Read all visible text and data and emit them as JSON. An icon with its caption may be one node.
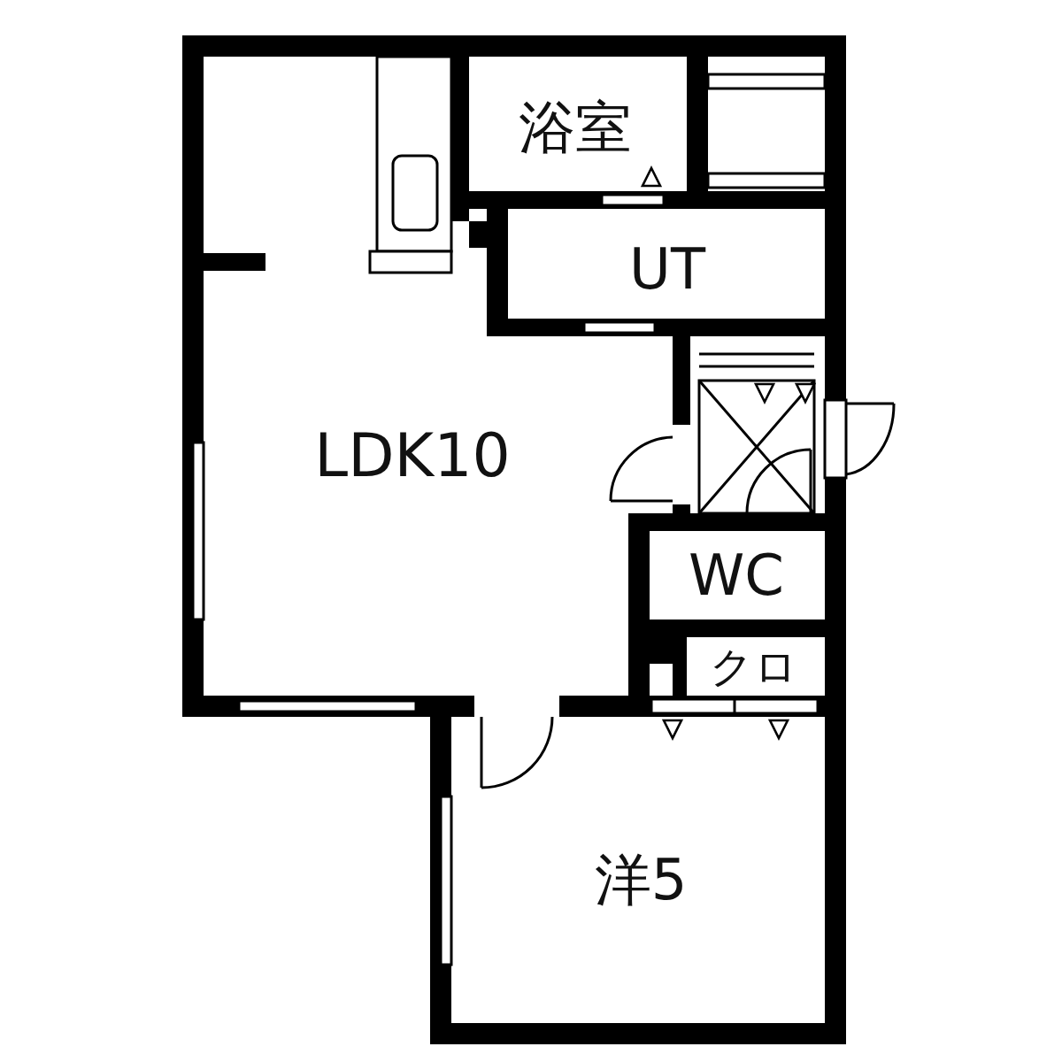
{
  "diagram": {
    "nodes": [
      {
        "text": [
          "浴室"
        ]
      },
      {
        "text": [
          "UT"
        ]
      },
      {
        "text": [
          "LDK10"
        ]
      },
      {
        "text": [
          "WC"
        ]
      },
      {
        "text": [
          "クロ"
        ]
      },
      {
        "text": [
          "洋5"
        ]
      }
    ]
  }
}
